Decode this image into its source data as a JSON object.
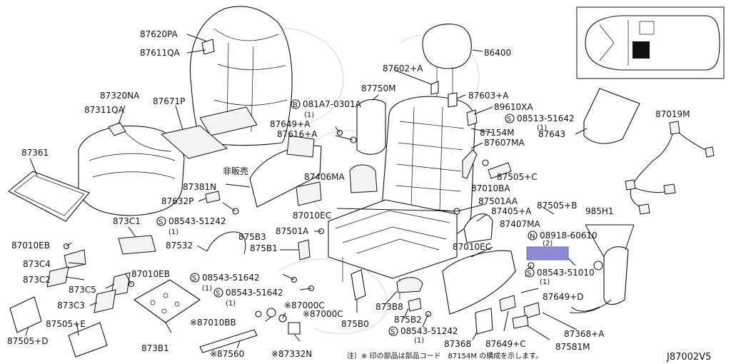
{
  "labels": {
    "p87620PA": "87620PA",
    "p87611QA": "87611QA",
    "p87320NA": "87320NA",
    "p87311QA": "87311QA",
    "p87671P": "87671P",
    "p87361": "87361",
    "p87381N": "87381N",
    "not_sold": "非販売",
    "p87632P": "87632P",
    "p873C1": "873C1",
    "p08543_51242a": "08543-51242",
    "qty_a": "(1)",
    "p87010EB_a": "87010EB",
    "p873C4": "873C4",
    "p873C2": "873C2",
    "p873C5": "873C5",
    "p87010EB_b": "87010EB",
    "p873C3": "873C3",
    "p87505E": "87505+E",
    "p87505D": "87505+D",
    "p873B1": "873B1",
    "p87532": "87532",
    "p875B3": "875B3",
    "p875B1": "875B1",
    "p08543_51642a": "08543-51642",
    "qty_b": "(1)",
    "p08543_51642b": "08543-51642",
    "qty_c": "(1)",
    "p87010BB": "※87010BB",
    "p87000C_a": "※87000C",
    "p87000C_b": "※87000C",
    "p87560": "※87560",
    "p87332N": "※87332N",
    "p081A7": "081A7-0301A",
    "qty_d": "(1)",
    "p87750M": "87750M",
    "p87649A": "87649+A",
    "p87616A": "87616+A",
    "p87406MA": "87406MA",
    "p87010EC_a": "87010EC",
    "p87501A": "87501A",
    "p87602A": "87602+A",
    "p86400": "86400",
    "p87603A": "87603+A",
    "p89610XA": "89610XA",
    "p08513_51642": "08513-51642",
    "qty_e": "(1)",
    "p87154M": "87154M",
    "p87607MA": "87607MA",
    "p87505C": "87505+C",
    "p87010BA": "87010BA",
    "p87501AA": "87501AA",
    "p87405A": "87405+A",
    "p87407MA": "87407MA",
    "p87010EC_b": "87010EC",
    "p87643": "87643",
    "p87019M": "87019M",
    "p87505B": "87505+B",
    "p985H1": "985H1",
    "p08918_60610": "08918-60610",
    "qty_f": "(2)",
    "p08543_51010": "08543-51010",
    "qty_g": "(1)",
    "p87649D": "87649+D",
    "p87368A": "87368+A",
    "p873B8": "873B8",
    "p875B2": "875B2",
    "p875B0": "875B0",
    "p08543_51242b": "08543-51242",
    "qty_h": "(1)",
    "p87368": "87368",
    "p87649C": "87649+C",
    "p87581M": "87581M",
    "note": "注）※ 印の部品は部品コード　87154M の構成を示します。",
    "ref_code": "J87002V5",
    "circle_s": "S",
    "circle_b": "B",
    "circle_n": "N"
  },
  "colors": {
    "line": "#111111",
    "highlight": "#8c8cd6",
    "background": "#ffffff",
    "locator_fill": "#111111"
  },
  "icons": {
    "locator": "vehicle-top-view-icon"
  }
}
